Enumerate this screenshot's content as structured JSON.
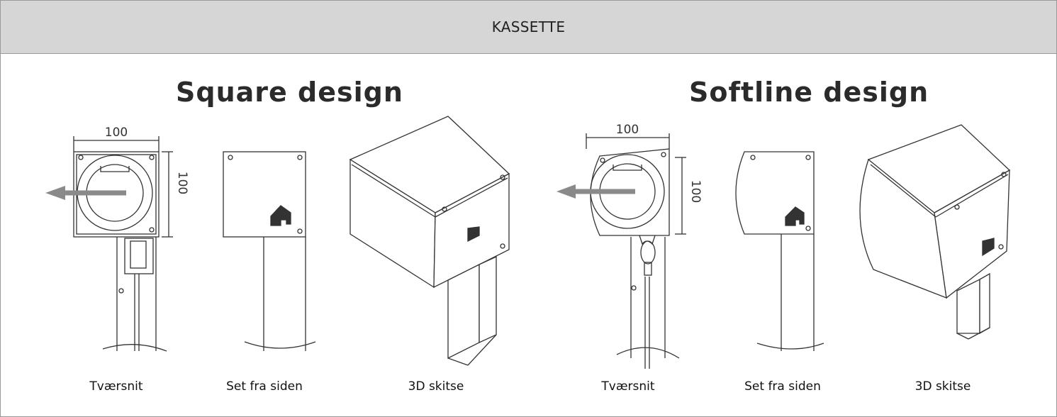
{
  "header": {
    "title": "KASSETTE"
  },
  "designs": [
    {
      "title": "Square design",
      "dimensions": {
        "width": "100",
        "height": "100"
      },
      "views": [
        {
          "caption": "Tværsnit"
        },
        {
          "caption": "Set fra siden"
        },
        {
          "caption": "3D skitse"
        }
      ]
    },
    {
      "title": "Softline design",
      "dimensions": {
        "width": "100",
        "height": "100"
      },
      "views": [
        {
          "caption": "Tværsnit"
        },
        {
          "caption": "Set fra siden"
        },
        {
          "caption": "3D skitse"
        }
      ]
    }
  ],
  "colors": {
    "header_bg": "#d6d6d6",
    "border": "#9a9a9a",
    "arrow": "#8a8a8a",
    "line": "#333333"
  }
}
